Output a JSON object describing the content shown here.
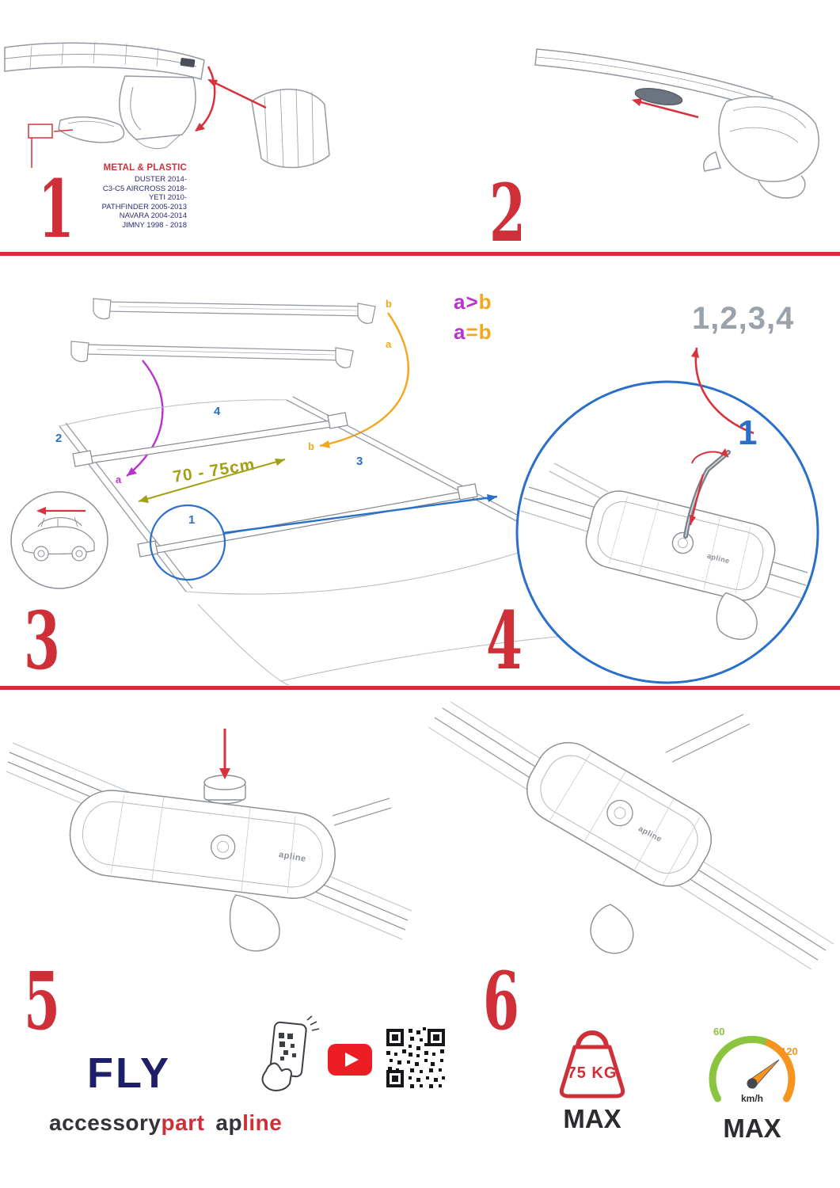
{
  "colors": {
    "accent-red": "#cf3038",
    "navy": "#2b2b72",
    "blue": "#2a6fc9",
    "purple": "#b633cc",
    "orange": "#f2a71c",
    "olive": "#a3a018",
    "sequence-gray": "#9aa3ac",
    "brand-dark": "#33343a",
    "product-navy": "#1e1e6b",
    "youtube-red": "#ed1d24",
    "gauge-green": "#8bc53f",
    "gauge-orange": "#f7941e"
  },
  "step1": {
    "number": "1",
    "material_label": "METAL & PLASTIC",
    "compatibility": [
      "DUSTER 2014-",
      "C3-C5 AIRCROSS 2018-",
      "YETI 2010-",
      "PATHFINDER 2005-2013",
      "NAVARA 2004-2014",
      "JIMNY 1998 - 2018"
    ]
  },
  "step2": {
    "number": "2"
  },
  "step3": {
    "number": "3",
    "bar_label_b": "b",
    "bar_label_a": "a",
    "roof": {
      "pos2": "2",
      "pos4": "4",
      "pos3": "3",
      "pos1": "1",
      "a": "a",
      "b": "b"
    },
    "distance_label": "70 - 75cm",
    "legend1": {
      "a": "a",
      "op": ">",
      "b": "b"
    },
    "legend2": {
      "a": "a",
      "op": "=",
      "b": "b"
    }
  },
  "step4": {
    "number": "4",
    "sequence": "1,2,3,4",
    "callout": "1",
    "logo": "apline"
  },
  "step5": {
    "number": "5",
    "logo": "apline"
  },
  "step6": {
    "number": "6",
    "logo": "apline"
  },
  "footer": {
    "product": "FLY",
    "brand": {
      "accessory": "accessory",
      "part": "part",
      "ap": "ap",
      "line": "line"
    },
    "icons": [
      "phone-scan-icon",
      "youtube-icon",
      "qr-code-icon",
      "weight-max-icon",
      "speedometer-icon"
    ],
    "weight": {
      "value": "75 KG",
      "max": "MAX"
    },
    "gauge": {
      "low": "60",
      "high": "120",
      "unit": "km/h",
      "max": "MAX"
    }
  }
}
